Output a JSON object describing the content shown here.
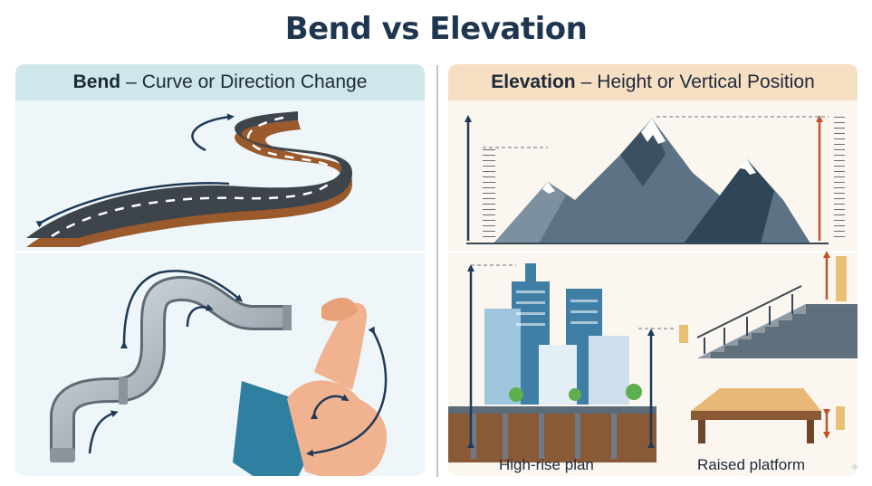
{
  "title": "Bend vs Elevation",
  "left_panel": {
    "header_bold": "Bend",
    "header_dash": "–",
    "header_rest": "Curve or Direction Change",
    "illustrations": [
      "winding-road",
      "bent-pipe",
      "flexed-arm"
    ]
  },
  "right_panel": {
    "header_bold": "Elevation",
    "header_dash": "–",
    "header_rest": "Height or Vertical Position",
    "illustrations": [
      "mountains",
      "high-rise-buildings",
      "staircase",
      "raised-platform"
    ],
    "caption_highrise": "High-rise plan",
    "caption_platform": "Raised platform"
  },
  "colors": {
    "title": "#1f3650",
    "arrow_navy": "#1f3a56",
    "arrow_orange": "#c0552a",
    "left_header_bg": "#cfe6ea",
    "right_header_bg": "#f7dfc3"
  }
}
